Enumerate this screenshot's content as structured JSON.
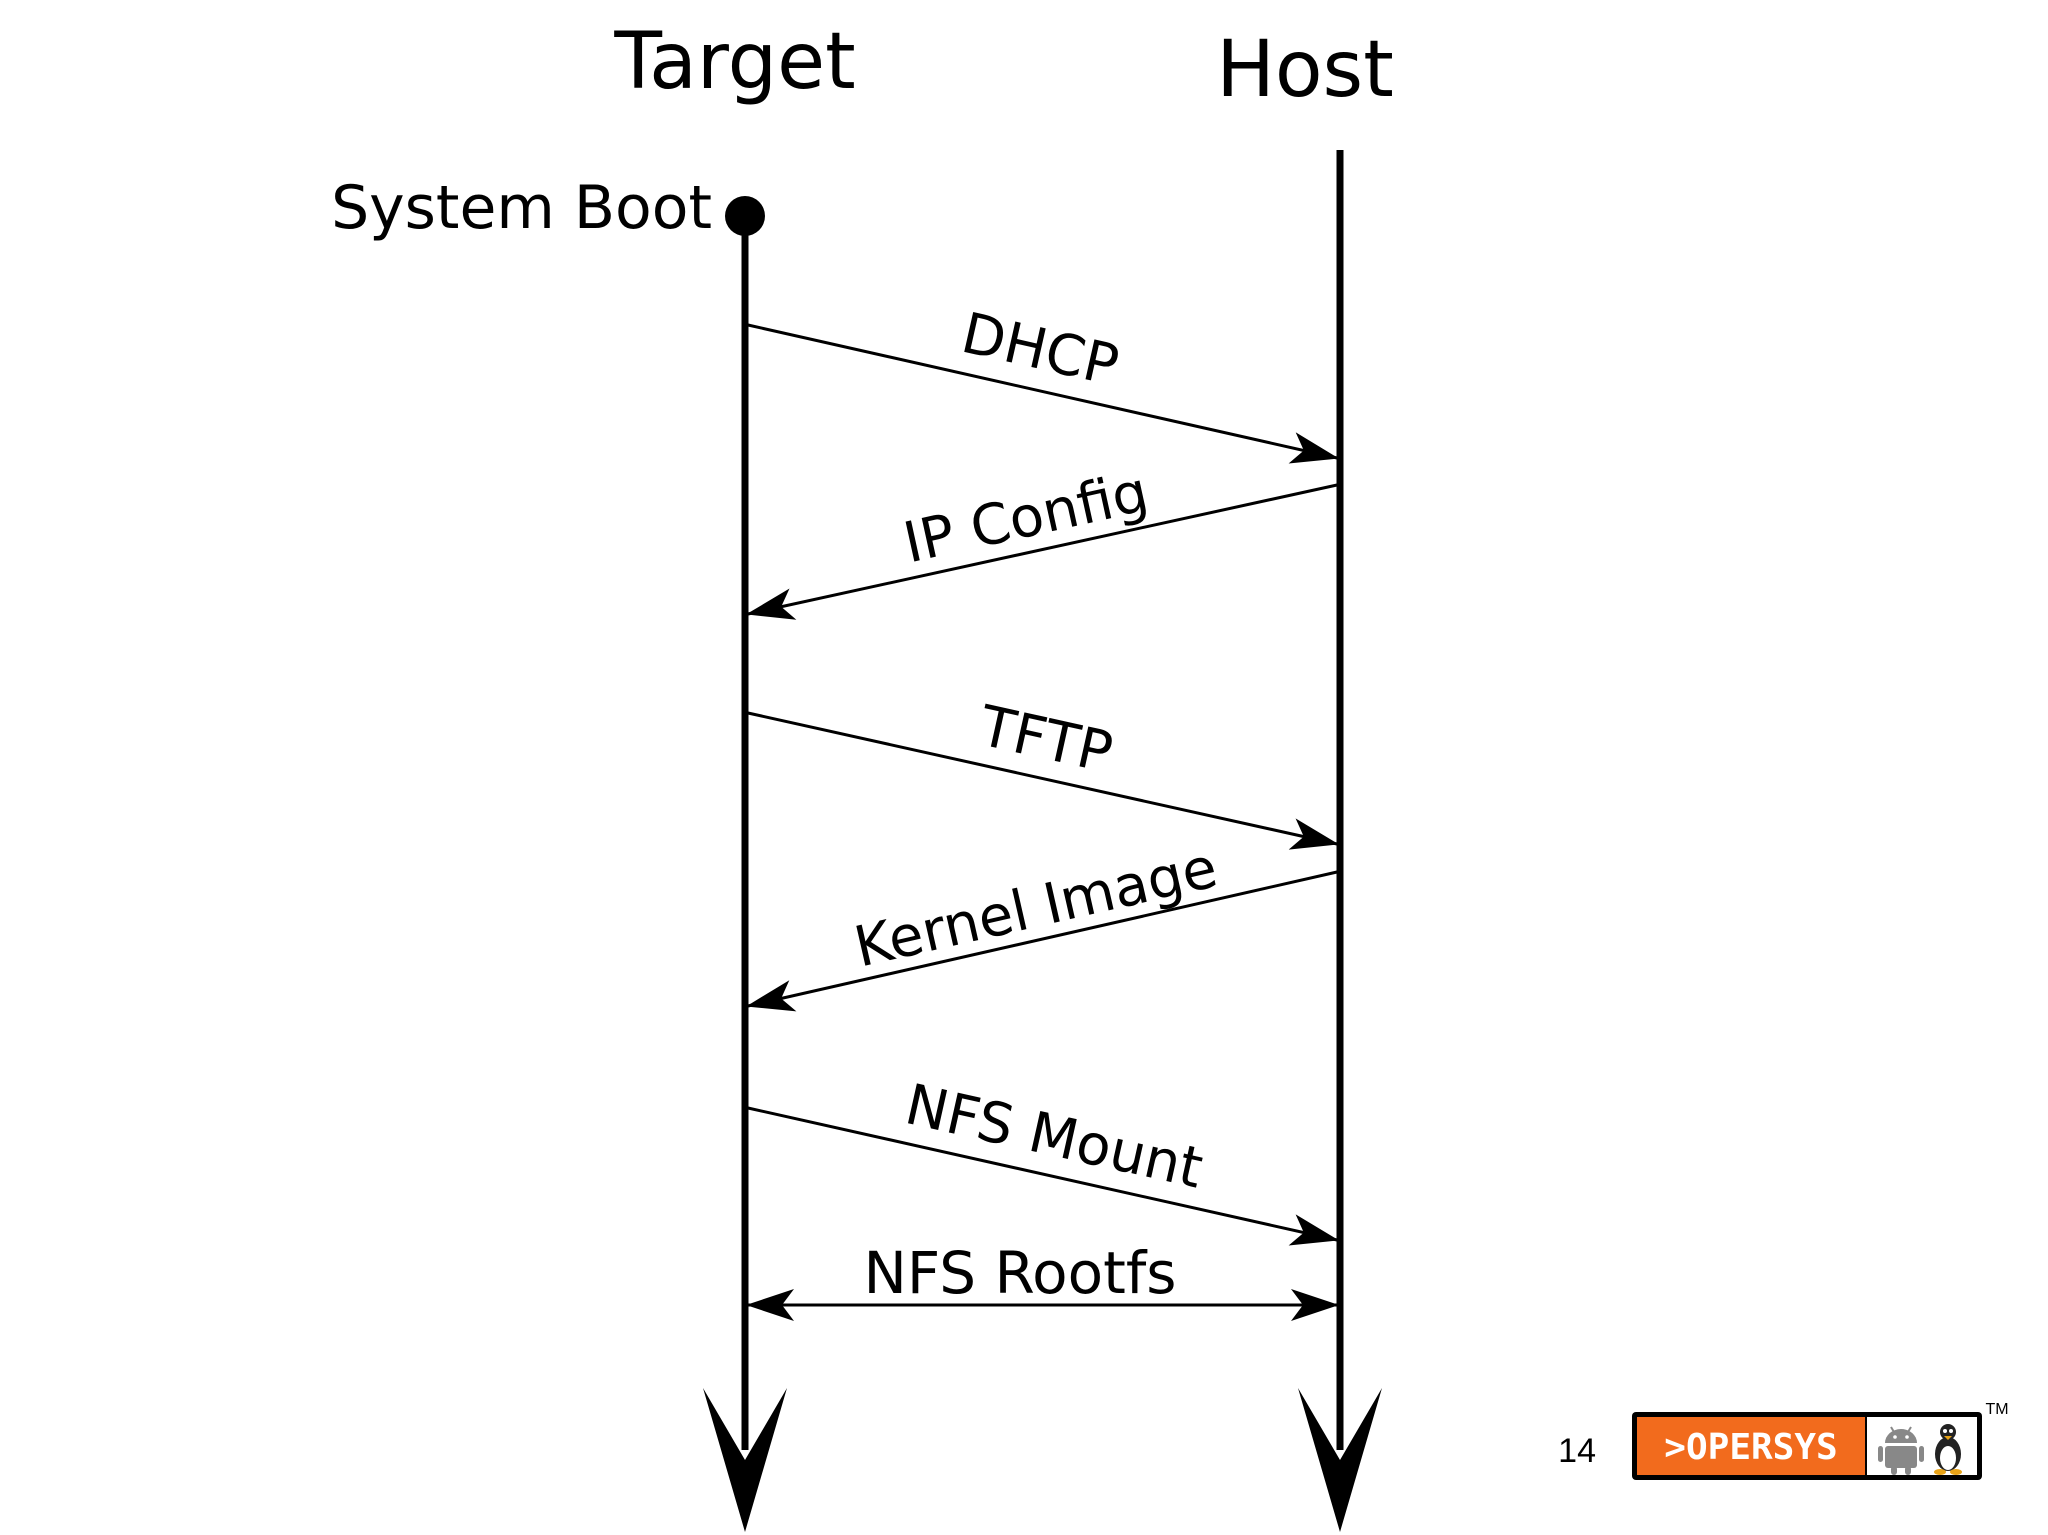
{
  "diagram": {
    "actors": {
      "target": "Target",
      "host": "Host"
    },
    "start_event": "System Boot",
    "messages": [
      {
        "label": "DHCP",
        "from": "target",
        "to": "host"
      },
      {
        "label": "IP Config",
        "from": "host",
        "to": "target"
      },
      {
        "label": "TFTP",
        "from": "target",
        "to": "host"
      },
      {
        "label": "Kernel Image",
        "from": "host",
        "to": "target"
      },
      {
        "label": "NFS Mount",
        "from": "target",
        "to": "host"
      },
      {
        "label": "NFS Rootfs",
        "from": "both",
        "to": "both"
      }
    ]
  },
  "footer": {
    "slide_number": "14",
    "logo_text": ">OPERSYS",
    "trademark": "TM",
    "logo_colors": {
      "orange": "#f26b1d",
      "border": "#000000",
      "icon": "#888888"
    },
    "icons": [
      "android-icon",
      "tux-penguin-icon"
    ]
  }
}
